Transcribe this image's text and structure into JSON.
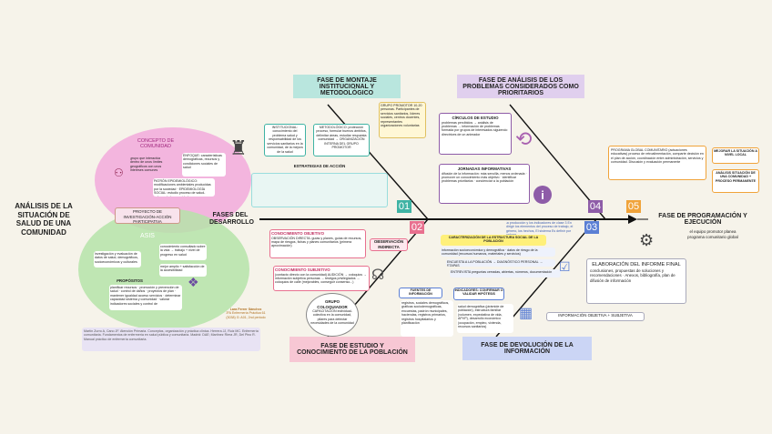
{
  "title": "ANÁLISIS DE LA SITUACIÓN DE SALUD DE UNA COMUNIDAD",
  "fases_label": "FASES DEL DESARROLLO",
  "phases": {
    "p01": {
      "num": "01",
      "title": "FASE DE MONTAJE INSTITUCIONAL Y METODOLÓGICO"
    },
    "p02": {
      "num": "02",
      "title": "FASE DE ESTUDIO Y CONOCIMIENTO DE LA POBLACIÓN"
    },
    "p03": {
      "num": "03",
      "title": "FASE DE DEVOLUCIÓN DE LA INFORMACIÓN"
    },
    "p04": {
      "num": "04",
      "title": "FASE DE ANÁLISIS DE LOS PROBLEMAS CONSIDERADOS COMO PRIORITARIOS"
    },
    "p05": {
      "num": "05",
      "title": "FASE DE PROGRAMACIÓN Y EJECUCIÓN"
    }
  },
  "left": {
    "concepto": "CONCEPTO DE COMUNIDAD",
    "asis": "ASIS",
    "proyecto": "PROYECTO DE INVESTIGACIÓN-ACCIÓN PARTICIPATIVA",
    "grupo_text": "grupo que interactúa dentro de unos límites geográficos con unos intereses comunes",
    "enfoque_text": "ENFOQUE: características demográficas, recursos y condiciones sociales de salud",
    "patron_text": "PATRÓN EPIDEMIOLÓGICO: modificaciones ambientales producidas por la sociedad · EPIDEMIOLOGÍA SOCIAL: estudio proceso de salud-enfermedad comunidad",
    "asis_a": "investigación y evaluación de datos de salud, demográficos, socioeconómicos y culturales",
    "asis_b": "conocimiento consultado sobre la vida → trabajo + nivel de progreso en salud",
    "asis_c": "mejor amplio + satisfacción de la accesibilidad",
    "propositos_title": "PROPÓSITOS",
    "propositos": "planificar recursos · promoción y prevención de salud · control de daños · proyectos de plan · mantener igualdad acceso servicios · determinar capacidad sistema y comunidad · valorar indicadores sociales y control de",
    "refs": "Martín Zurro A, Cano JF. Atención Primaria. Conceptos, organización y práctica clínica. Herrera JJ, Ruiz MC. Enfermería comunitaria. Fundamentos de enfermería en salud pública y comunitaria. Madrid: DAE; Martínez Riera JR, Del Pino R. Manual práctico de enfermería comunitaria."
  },
  "author": {
    "name": "Lara Ferrer Sánchez",
    "course": "3ºA Enfermería Práctica 61 (3038) G: A01, 2nd periodo"
  },
  "p01_content": {
    "institucional": "INSTITUCIONAL: conocimiento del problema salud y responsabilidad de los servicios sanitarios en la comunidad, de la mejora de la salud",
    "metodologico": "METODOLÓGICO: protección proceso, formular buenos ámbitos, delimitar áreas, estudiar respuesta comunidad → ORGANIZACIÓN INTERNA DEL GRUPO PROMOTOR",
    "grupo": "GRUPO PROMOTOR 10-20 personas. Participantes de servicios sanitarios, líderes sociales, centros docentes, representantes organizaciones voluntarias",
    "estrategias": "ESTRATEGIAS DE ACCIÓN"
  },
  "p02_content": {
    "conocimiento_obj": "CONOCIMIENTO OBJETIVO",
    "obs_directa_text": "OBSERVACIÓN DIRECTA: guías y planes, guías de recursos, mapa de riesgos, fichas y planes comunitarios (primera aproximación)",
    "obs_indirecta": "OBSERVACIÓN INDIRECTA",
    "conocimiento_subj": "CONOCIMIENTO SUBJETIVO",
    "subj_text": "(contacto directo con la comunidad) AUDICIÓN → coloquios → información subjetiva personas → testigos privilegiados → coloquios de calle (mejorables, conseguir consenso...)",
    "grupo_coloquio": "GRUPO COLOQUIADOR",
    "grupo_coloquio_text": "CAPACITACIÓN individual-colectiva en la comunidad, pilares para detectar necesidades de la comunidad"
  },
  "p03_content": {
    "caracterizacion": "CARACTERIZACIÓN DE LA ESTRUCTURA SOCIAL DE LA POBLACIÓN",
    "caract_text": "información socioeconómica y demográfica · datos de riesgo de la comunidad (recursos humanos, materiales y servicios)",
    "encuesta": "ENCUESTA A LA POBLACIÓN → DIAGNÓSTICO PERSONAL → ETAPAS",
    "entrevista": "ENTREVISTA preguntas cerradas, abiertas, números, documentación",
    "fuentes_title": "FUENTES DE INFORMACIÓN",
    "fuentes_text": "registros, sociales demográficos, gráficas sociodemográficas, encuestas, padrón municipales, haciendas, registros primarios, registros hospitalarios y planificación",
    "indicadores_title": "INDICADORES: CONFIRMAR O VALIDAR HIPÓTESIS",
    "indicadores_text": "salud demográfica (pirámide de población), estructura familiar (volumen, expectativa de vida, APVP), desarrollo económico (ocupación, empleo, vivienda, recursos sanitarios)",
    "elaboracion_title": "ELABORACIÓN DEL INFORME FINAL",
    "elaboracion_text": "conclusiones, propuestas de soluciones y recomendaciones · Anexos, bibliografía, plan de difusión de información",
    "info_objetiva": "INFORMACIÓN OBJETIVA + SUBJETIVA",
    "produccion": "la producción y los indicadores de clase 3 En dirigir los elementos del proceso de trabajo, el género, los hechos, El sistema Es definir por valorar"
  },
  "p04_content": {
    "circulos": "CÍRCULOS DE ESTUDIO",
    "circulos_text": "problemas percibidos → análisis de problemas → información de problemas formada por grupos de interesados siguiendo directrices de un animador",
    "jornadas": "JORNADAS INFORMATIVAS",
    "jornadas_text": "difusión de la información: más sencilla, menos ordenada · promover un conocimiento más objetivo · identificar problemas prioritarios · concienciar a la población"
  },
  "p05_content": {
    "programa": "PROGRAMA GLOBAL COMUNITARIO (actuaciones educativas) proceso de retroalimentación, comparte decisión en el plan de acción, coordinación entre administración, servicios y comunidad. Discusión y evaluación permanente",
    "mejorar": "MEJORAR LA SITUACIÓN A NIVEL LOCAL",
    "analisis": "ANÁLISIS SITUACIÓN DE UNA COMUNIDAD + PROCESO PERMANENTE",
    "equipo": "el equipo promotor planea programa comunitario global"
  },
  "colors": {
    "p01": "#3fb3a4",
    "p02": "#e8708f",
    "p03": "#5b7fd4",
    "p04": "#8e5ca8",
    "p05": "#f0a33a"
  }
}
